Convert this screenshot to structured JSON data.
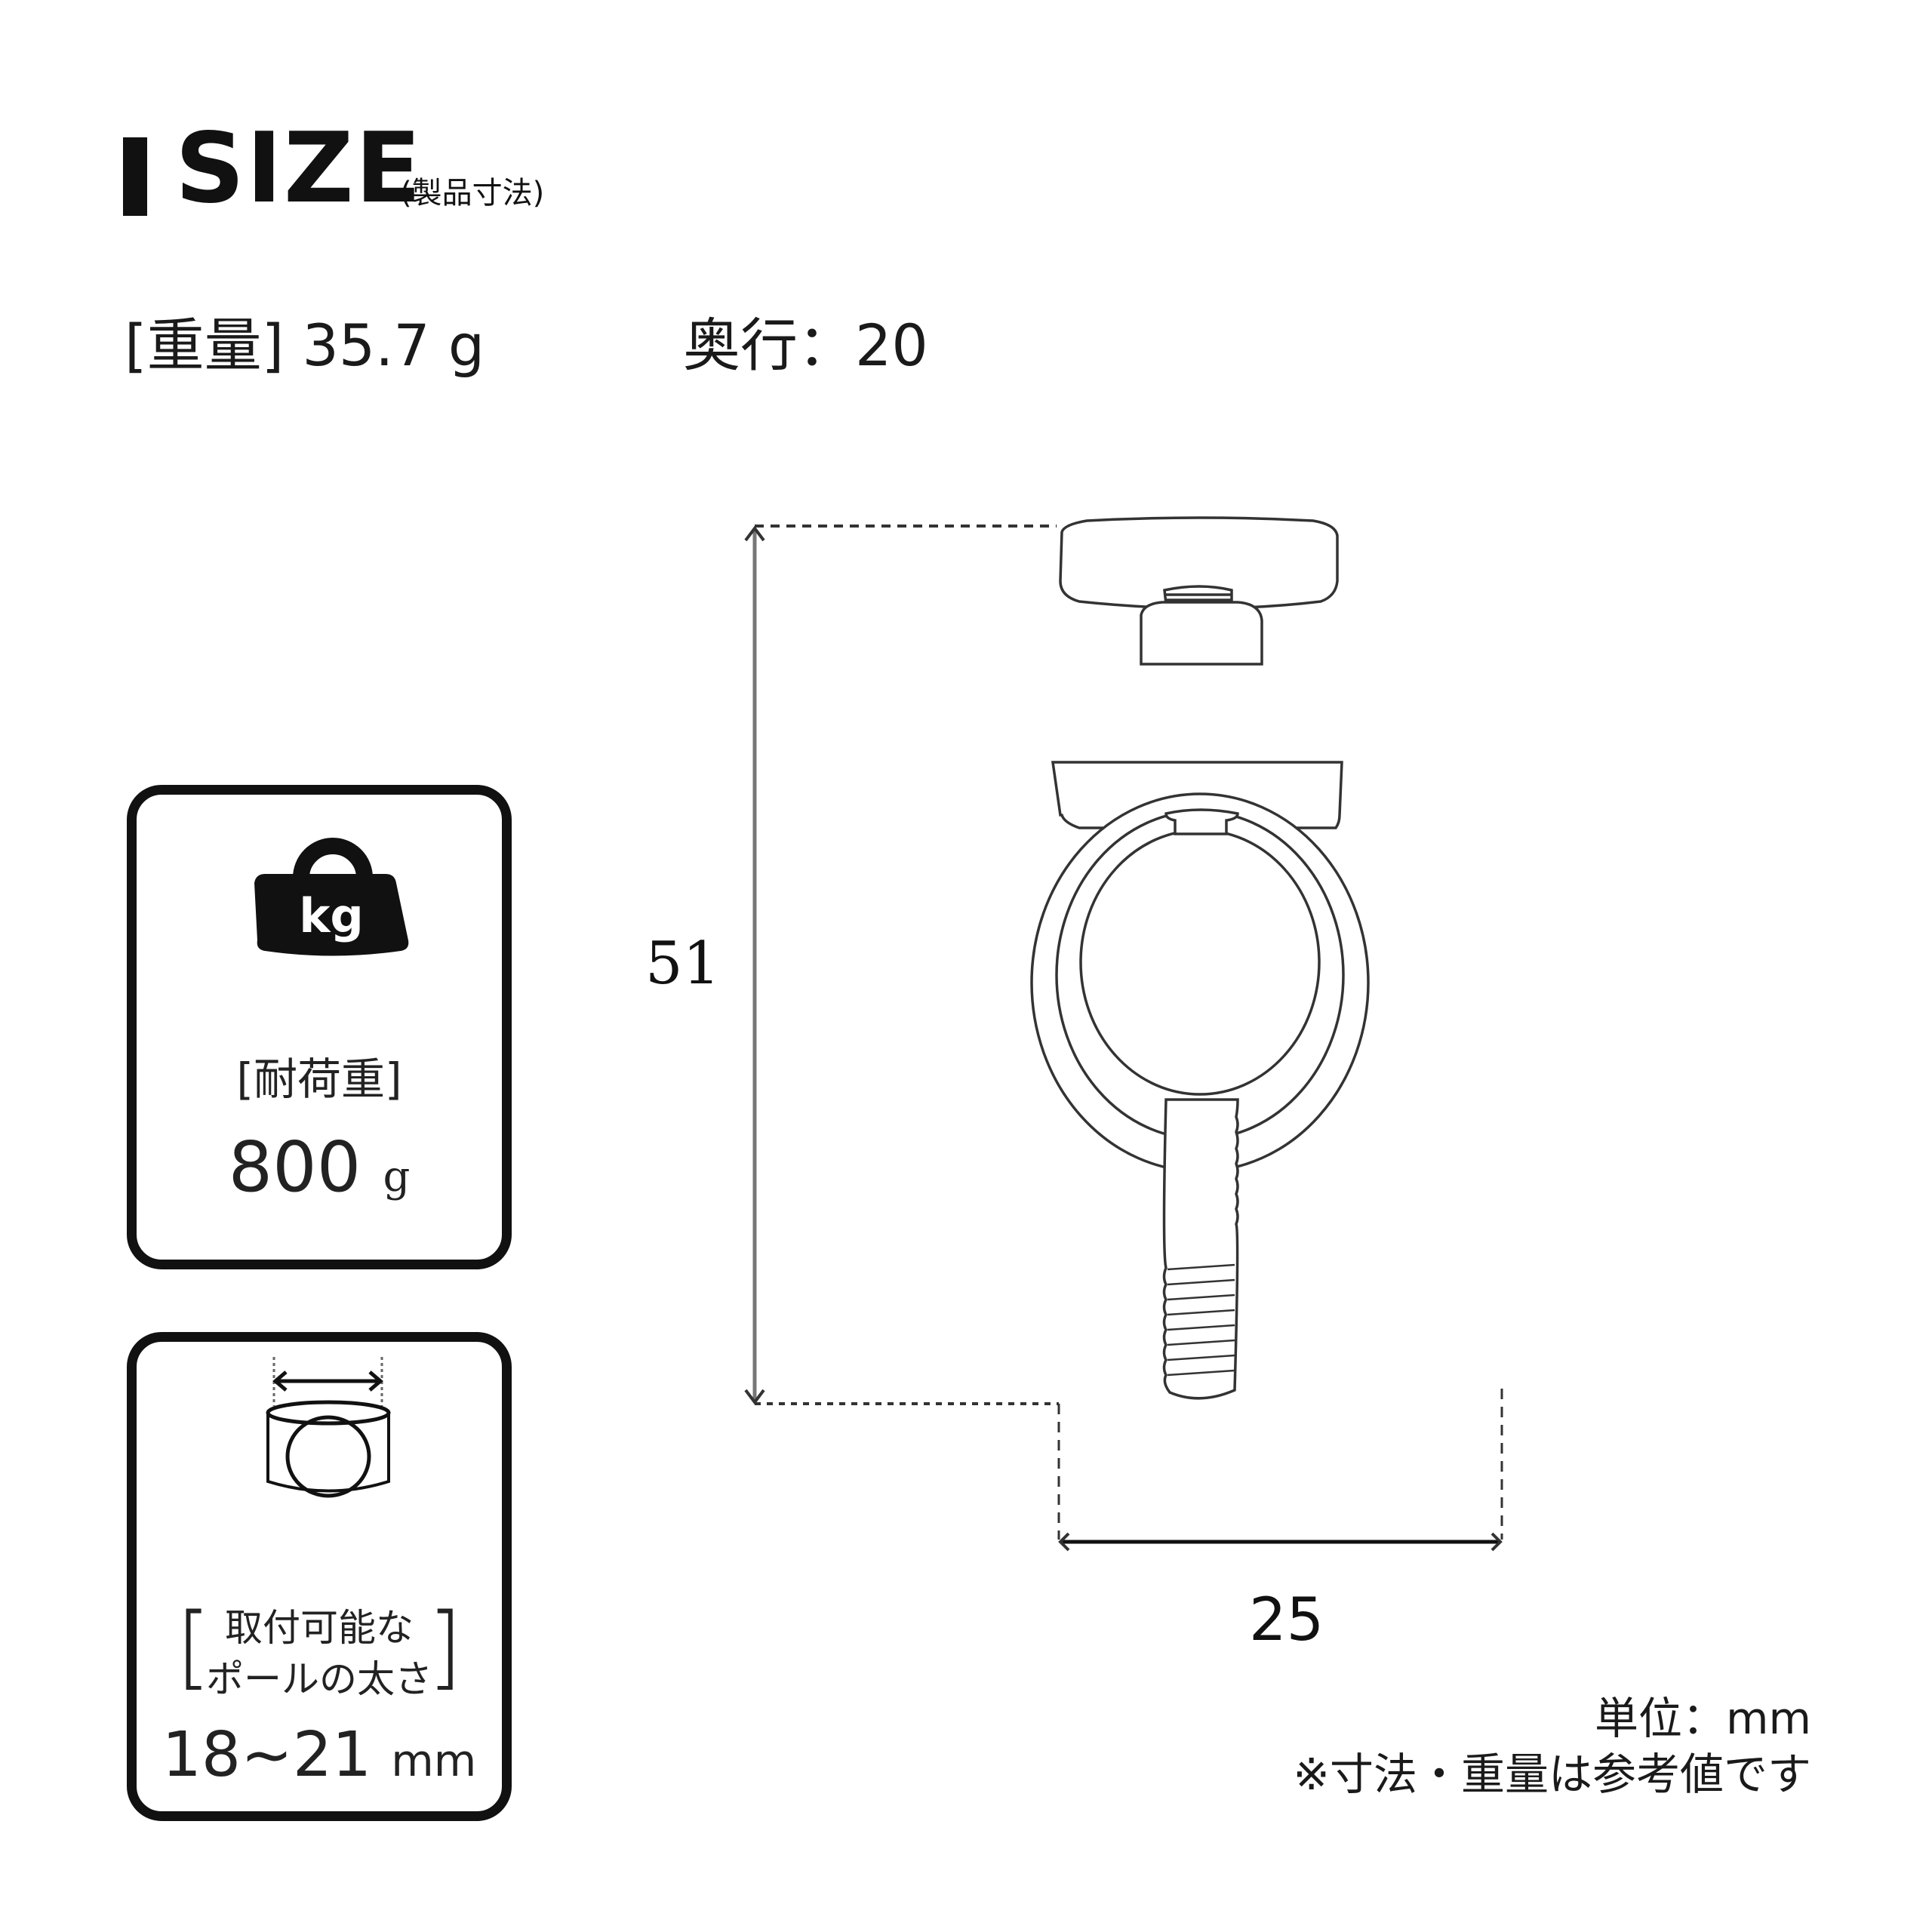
{
  "header": {
    "title": "SIZE",
    "subtitle": "(製品寸法)"
  },
  "specs": {
    "weight_label": "[重量]",
    "weight_value": "35.7 g",
    "depth_label": "奥行：",
    "depth_value": "20"
  },
  "load_card": {
    "icon": "weight-kg-icon",
    "icon_text": "kg",
    "label": "[耐荷重]",
    "value": "800",
    "unit": "g"
  },
  "pole_card": {
    "icon": "pole-diameter-icon",
    "label_line1": "取付可能な",
    "label_line2": "ポールの太さ",
    "bracket_open": "[",
    "bracket_close": "]",
    "value": "18~21",
    "unit": "mm"
  },
  "dimensions": {
    "height": "51",
    "width": "25"
  },
  "notes": {
    "unit": "単位：mm",
    "disclaimer": "※寸法・重量は参考値です"
  },
  "colors": {
    "ink": "#111111",
    "background": "#ffffff",
    "dim_line": "#555555"
  }
}
